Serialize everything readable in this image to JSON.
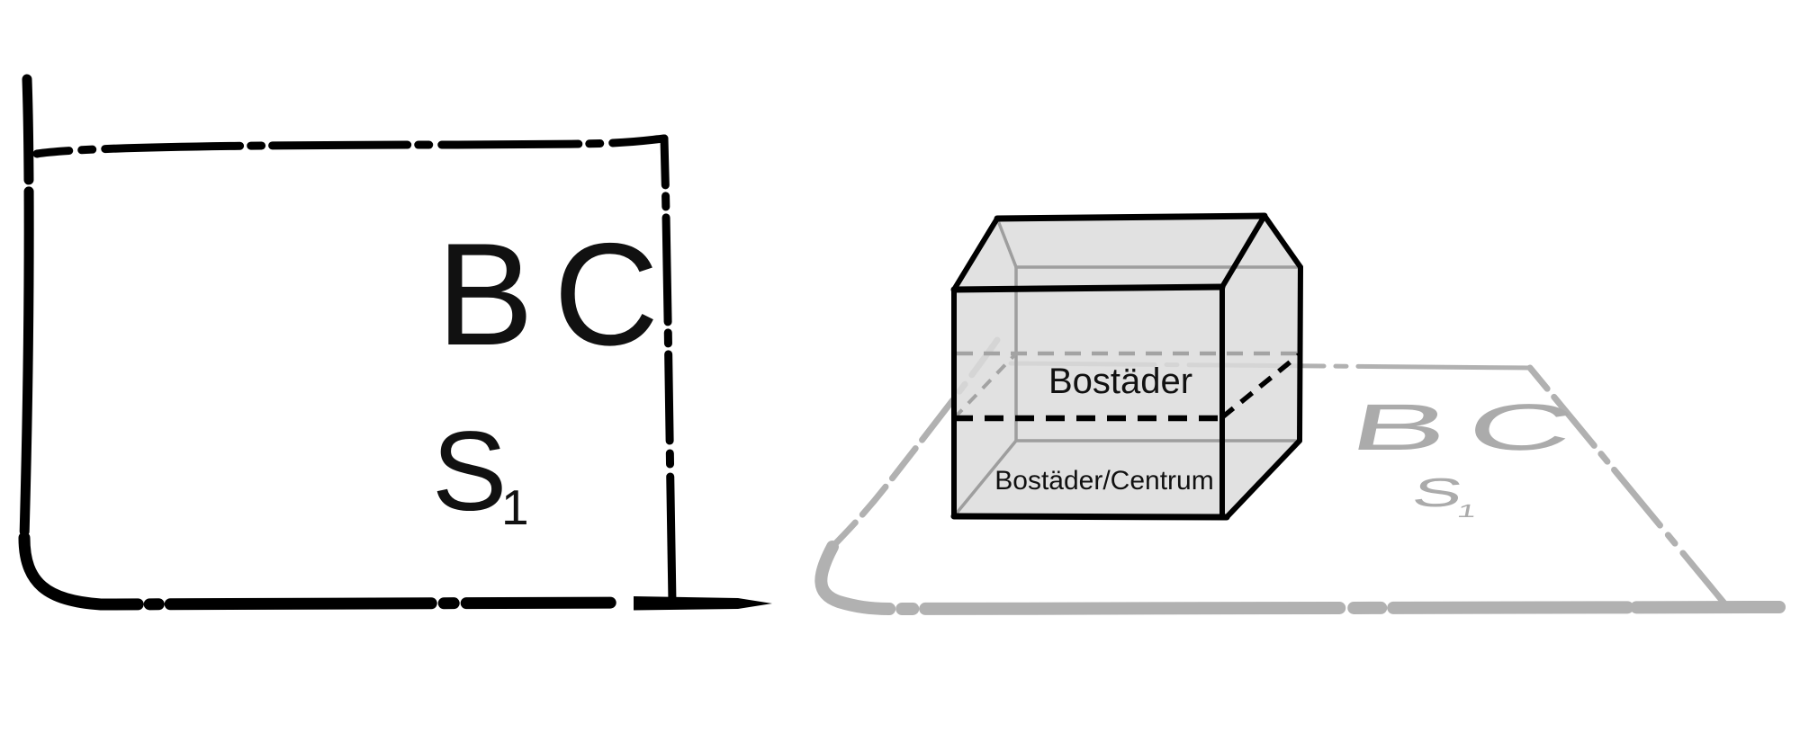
{
  "diagram": {
    "flat_plan": {
      "zone_code": "B C",
      "section_label": "S",
      "section_subscript": "1"
    },
    "cube": {
      "upper_zone_label": "Bostäder",
      "lower_zone_label": "Bostäder/Centrum"
    },
    "ground_plan": {
      "zone_code": "B C",
      "section_label": "S",
      "section_subscript": "1"
    },
    "colors": {
      "ink": "#000000",
      "faded_gray": "#b1b1b1",
      "faded_text_gray": "#ababab",
      "hidden_edge_gray": "#9e9e9e",
      "cube_fill": "#dcdcdc",
      "background": "#ffffff"
    }
  }
}
